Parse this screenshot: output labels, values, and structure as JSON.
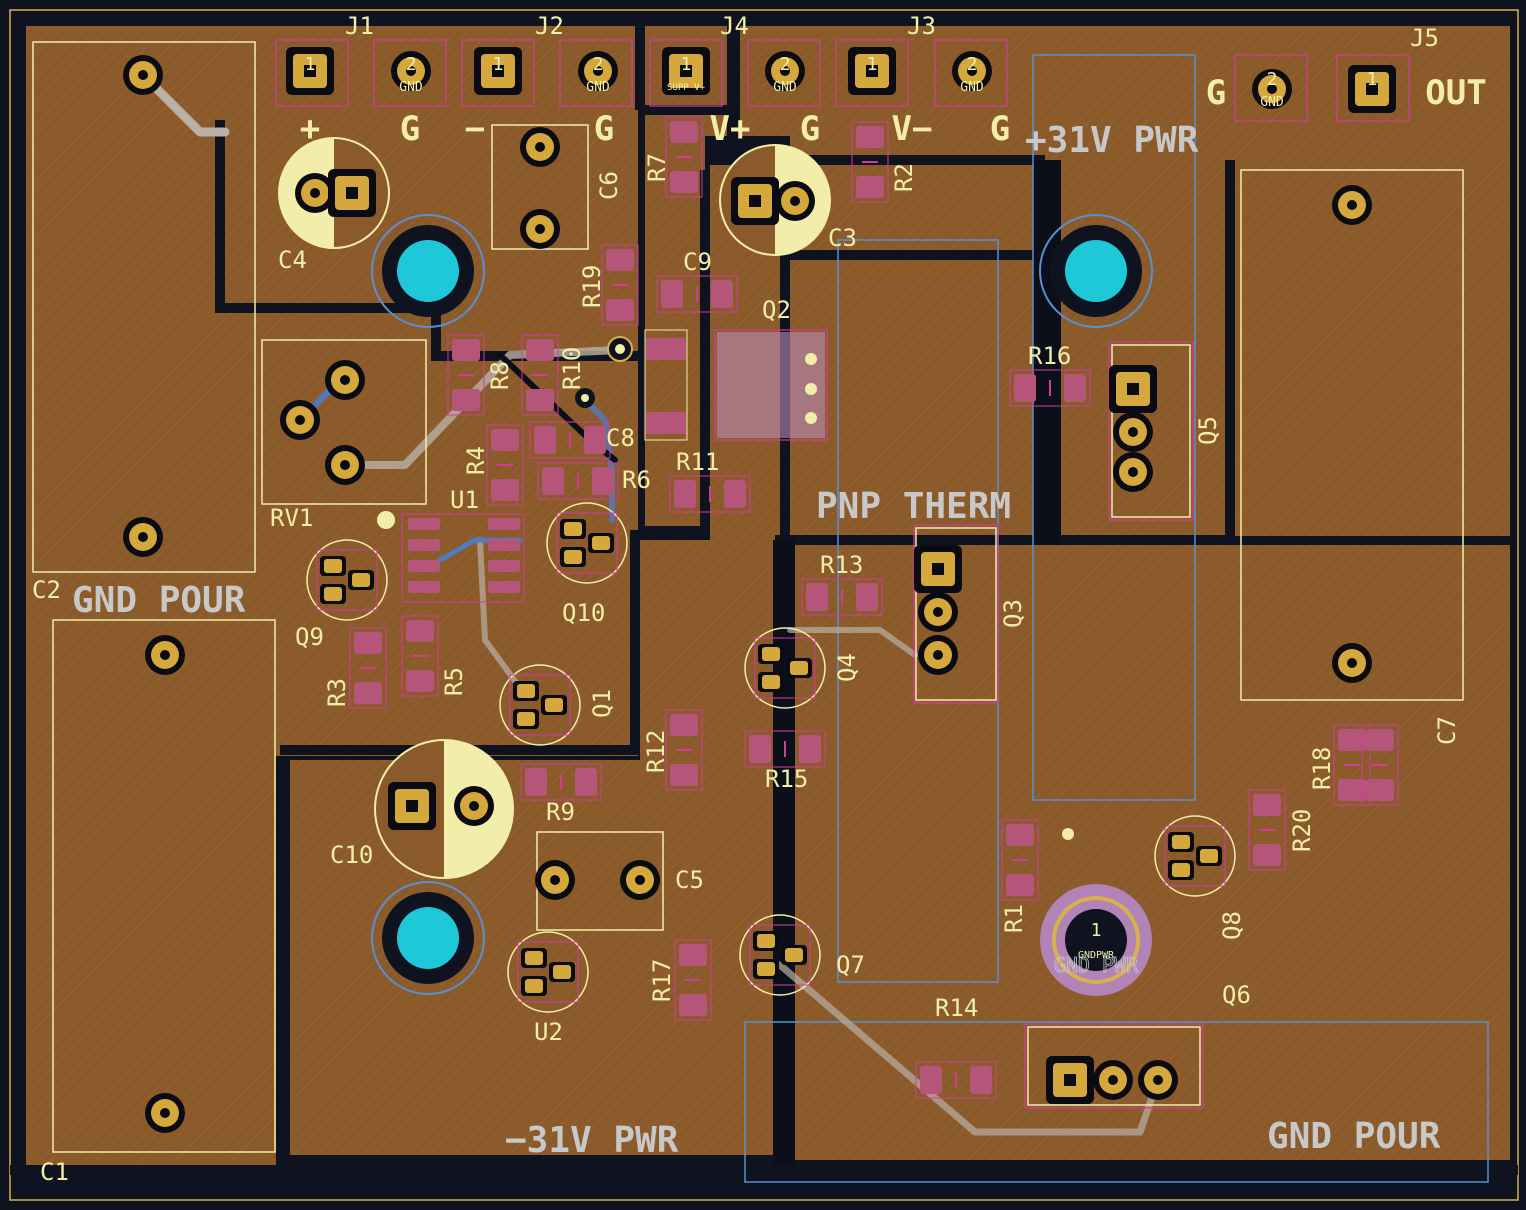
{
  "colors": {
    "background": "#0f1320",
    "copper_pour": "#8a5a2b",
    "board_edge": "#d6b24a",
    "silk": "#f2eeaa",
    "pad": "#d4a83c",
    "pad_ring": "#0b0b14",
    "track_white": "#b9b0a6",
    "track_blue": "#4f7bc4",
    "courtyard": "#d03c9c",
    "via": "#1ec8d8",
    "zone_outline": "#5a8fd0",
    "smd_pad": "#b5557a",
    "gray_text": "#c8c8c8"
  },
  "zone_labels": {
    "gnd_pour_left": "GND POUR",
    "gnd_pour_right": "GND POUR",
    "pos_pwr": "+31V PWR",
    "neg_pwr": "−31V PWR",
    "pnp_therm": "PNP THERM"
  },
  "connectors": {
    "J1": {
      "ref": "J1",
      "pin1_label": "+",
      "pin2_label": "G"
    },
    "J2": {
      "ref": "J2",
      "pin1_label": "−",
      "pin2_label": "G"
    },
    "J4": {
      "ref": "J4",
      "pin1_label": "V+",
      "pin2_label": "G"
    },
    "J3": {
      "ref": "J3",
      "pin1_label": "V−",
      "pin2_label": "G"
    },
    "J5": {
      "ref": "J5",
      "pin1_label": "OUT",
      "pin2_label": "G"
    }
  },
  "pad_numbers": {
    "one": "1",
    "two": "2"
  },
  "pad_gnd": "GND",
  "pad_supp": "SUPP V+",
  "gndpwr": {
    "num": "1",
    "label": "GNDPWR",
    "label_outline": "GND PWR"
  },
  "references": {
    "C1": "C1",
    "C2": "C2",
    "C3": "C3",
    "C4": "C4",
    "C5": "C5",
    "C6": "C6",
    "C7": "C7",
    "C8": "C8",
    "C9": "C9",
    "C10": "C10",
    "R1": "R1",
    "R2": "R2",
    "R3": "R3",
    "R4": "R4",
    "R5": "R5",
    "R6": "R6",
    "R7": "R7",
    "R8": "R8",
    "R9": "R9",
    "R10": "R10",
    "R11": "R11",
    "R12": "R12",
    "R13": "R13",
    "R14": "R14",
    "R15": "R15",
    "R16": "R16",
    "R17": "R17",
    "R18": "R18",
    "R19": "R19",
    "R20": "R20",
    "Q1": "Q1",
    "Q2": "Q2",
    "Q3": "Q3",
    "Q4": "Q4",
    "Q5": "Q5",
    "Q6": "Q6",
    "Q7": "Q7",
    "Q8": "Q8",
    "Q9": "Q9",
    "Q10": "Q10",
    "U1": "U1",
    "U2": "U2",
    "RV1": "RV1",
    "J1": "J1",
    "J2": "J2",
    "J3": "J3",
    "J4": "J4",
    "J5": "J5"
  }
}
